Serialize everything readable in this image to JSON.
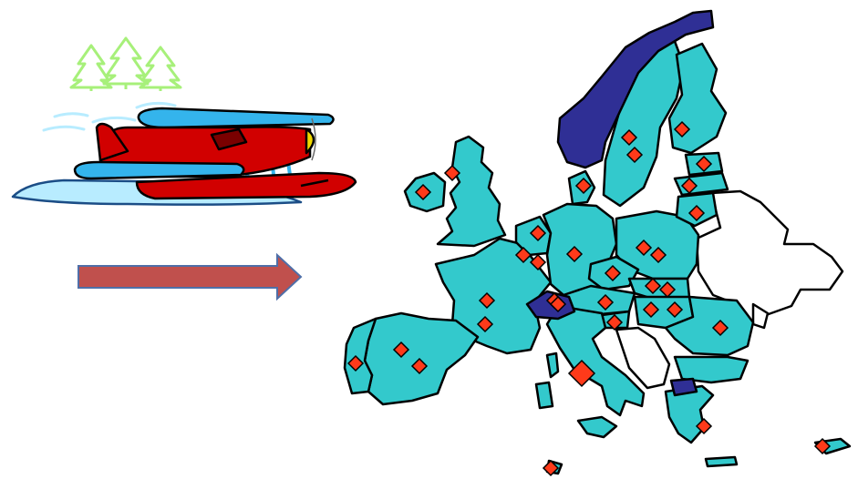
{
  "colors": {
    "tree": "#a7f07a",
    "water": "#b8ecff",
    "plane_body": "#d10000",
    "plane_wing": "#34b4ec",
    "arrow": "#c0504d",
    "arrow_edge": "#4f6fa8",
    "member_state": "#33c9cc",
    "highlight_state": "#2f2f95",
    "non_member": "#ffffff",
    "marker": "#ff3a1a"
  },
  "icons": {
    "plane": "seaplane-icon",
    "trees": "pine-trees-icon",
    "arrow": "right-arrow-icon",
    "marker": "diamond-marker-icon"
  },
  "markers": [
    {
      "id": "ireland"
    },
    {
      "id": "uk"
    },
    {
      "id": "netherlands"
    },
    {
      "id": "belgium-1"
    },
    {
      "id": "belgium-2"
    },
    {
      "id": "denmark"
    },
    {
      "id": "germany-1"
    },
    {
      "id": "poland-1"
    },
    {
      "id": "poland-2"
    },
    {
      "id": "czechia"
    },
    {
      "id": "slovakia-1"
    },
    {
      "id": "slovakia-2"
    },
    {
      "id": "austria"
    },
    {
      "id": "hungary-1"
    },
    {
      "id": "hungary-2"
    },
    {
      "id": "france-1"
    },
    {
      "id": "france-2"
    },
    {
      "id": "switzerland"
    },
    {
      "id": "italy-north"
    },
    {
      "id": "italy-rome"
    },
    {
      "id": "slovenia"
    },
    {
      "id": "spain-1"
    },
    {
      "id": "spain-2"
    },
    {
      "id": "portugal"
    },
    {
      "id": "romania"
    },
    {
      "id": "greece"
    },
    {
      "id": "sweden-1"
    },
    {
      "id": "sweden-2"
    },
    {
      "id": "finland"
    },
    {
      "id": "estonia"
    },
    {
      "id": "latvia"
    },
    {
      "id": "lithuania"
    },
    {
      "id": "malta"
    },
    {
      "id": "cyprus"
    }
  ]
}
